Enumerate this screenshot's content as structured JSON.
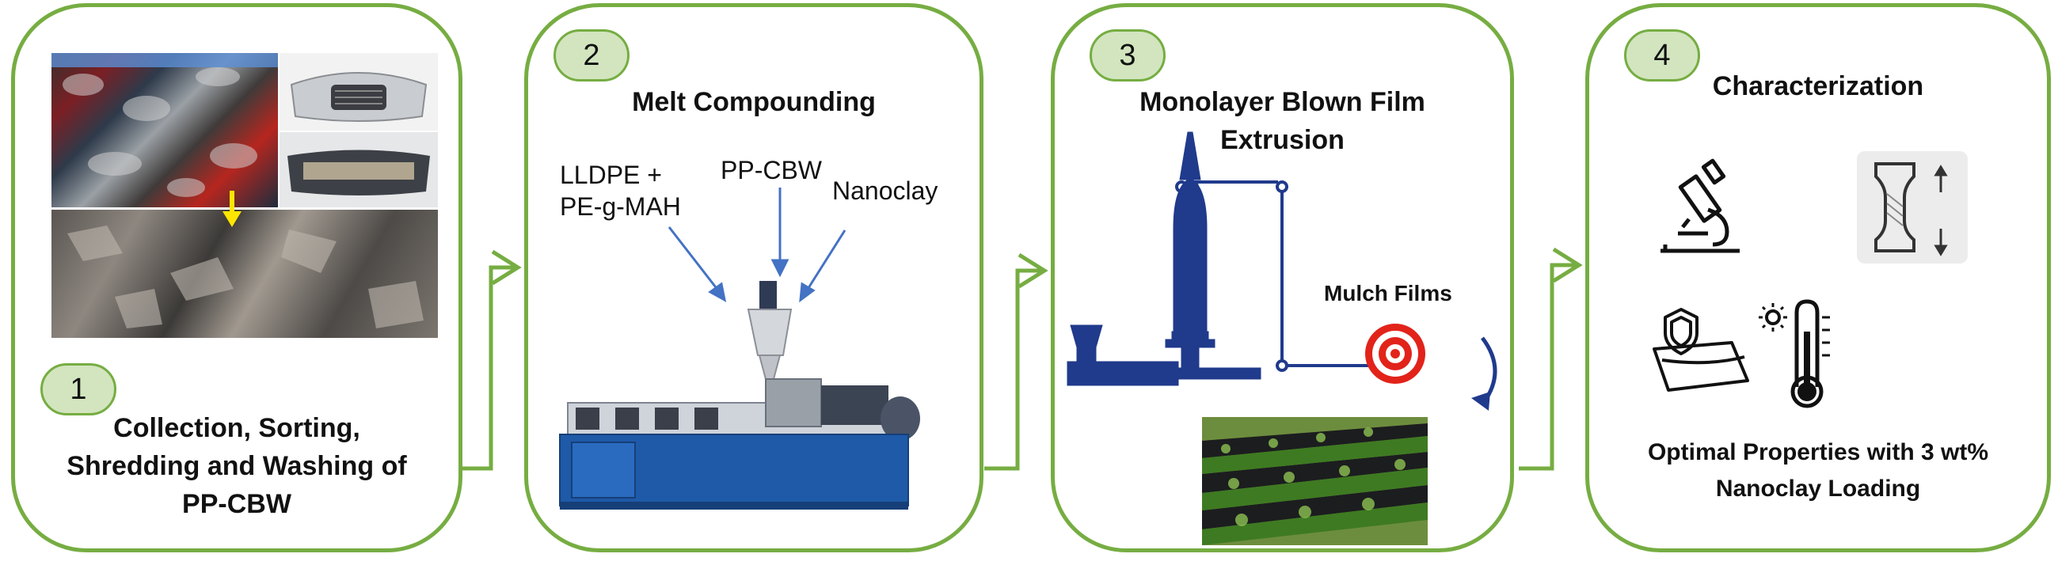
{
  "steps": [
    {
      "number": "1",
      "caption": [
        "Collection, Sorting,",
        "Shredding and Washing of",
        "PP-CBW"
      ]
    },
    {
      "number": "2",
      "title": "Melt Compounding",
      "inputs": [
        "LLDPE +",
        "PE-g-MAH",
        "PP-CBW",
        "Nanoclay"
      ]
    },
    {
      "number": "3",
      "title": [
        "Monolayer Blown Film",
        "Extrusion"
      ],
      "product_label": "Mulch Films"
    },
    {
      "number": "4",
      "title": "Characterization",
      "caption": [
        "Optimal Properties with 3 wt%",
        "Nanoclay Loading"
      ],
      "icons": [
        "microscope-icon",
        "tensile-test-icon",
        "barrier-shield-icon",
        "thermometer-sun-icon"
      ]
    }
  ],
  "colors": {
    "border": "#76ad42",
    "badge_fill": "#d2e5bf",
    "arrow": "#4472c4",
    "machine": "#1f3a8a",
    "target": "#e2231a"
  }
}
